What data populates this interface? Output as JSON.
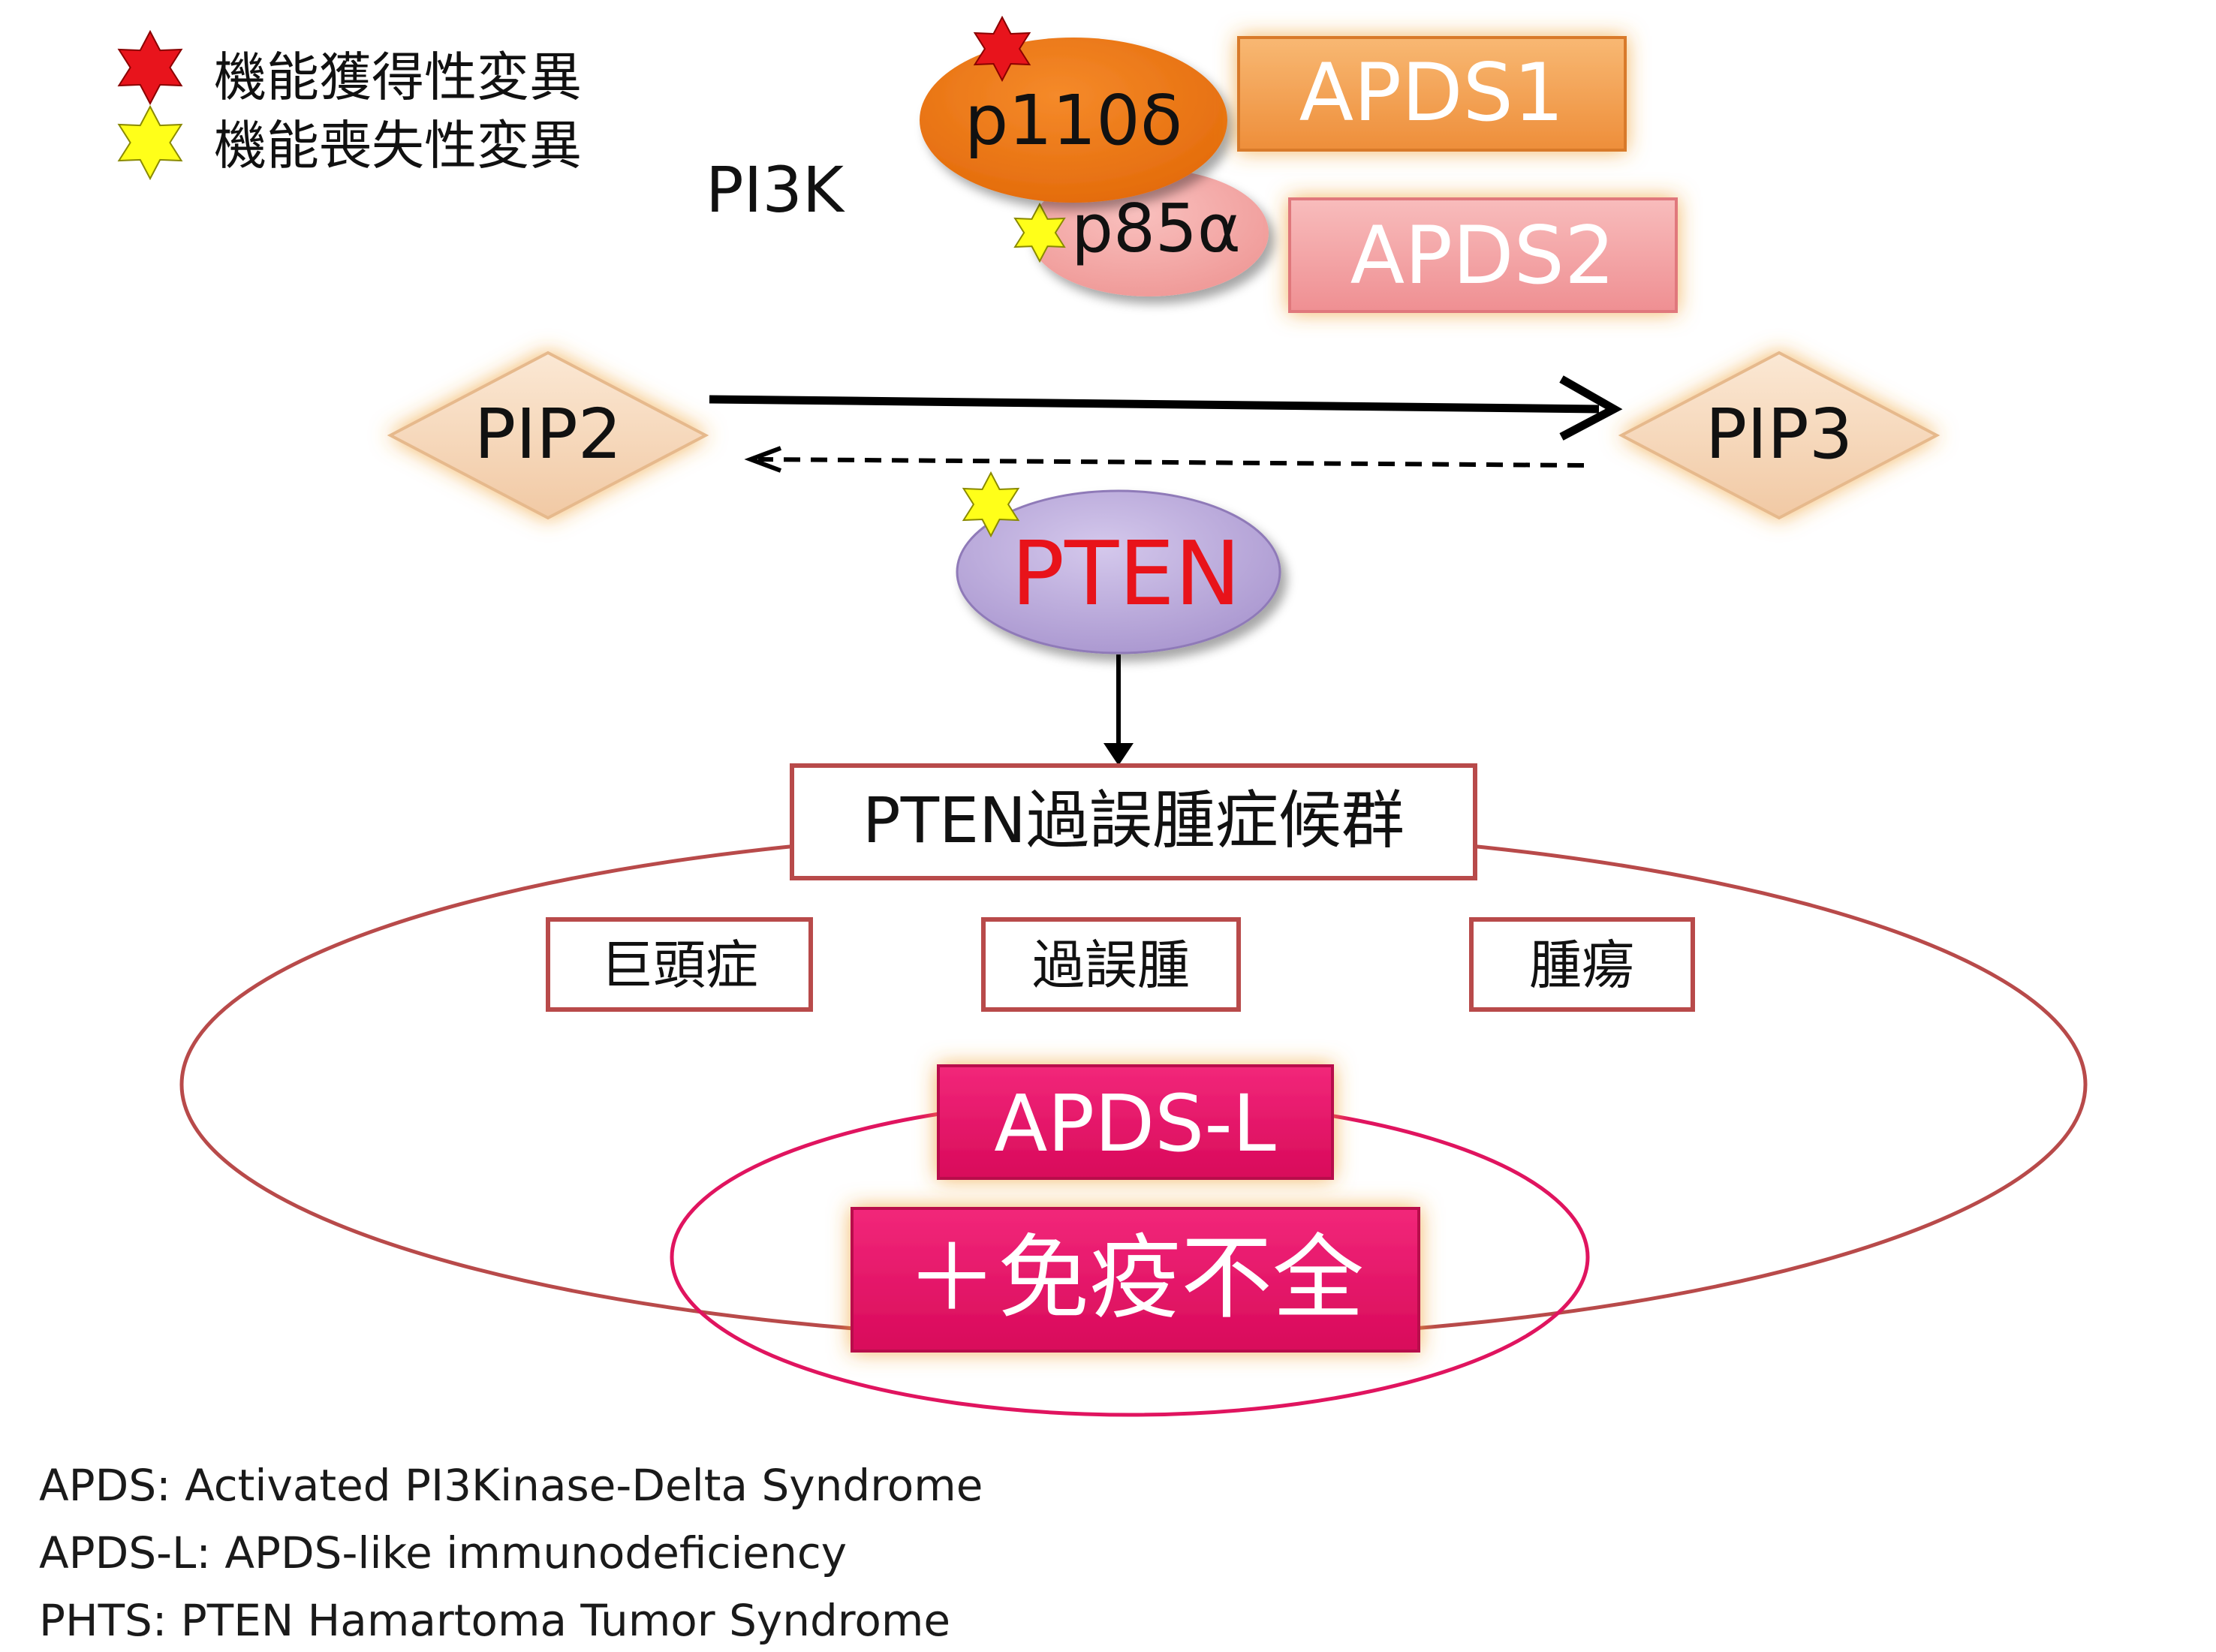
{
  "legend": {
    "gain_of_function": "機能獲得性変異",
    "loss_of_function": "機能喪失性変異",
    "gain_color": "#e8141c",
    "loss_color": "#ffff19"
  },
  "pi3k": {
    "label": "PI3K",
    "p110": "p110δ",
    "p85": "p85α",
    "p110_color": "#f07a14",
    "p85_color": "#f4a8a6"
  },
  "apds": {
    "apds1": "APDS1",
    "apds2": "APDS2",
    "apds1_color": "#f3a154",
    "apds2_color": "#f4a6a6"
  },
  "pathway": {
    "pip2": "PIP2",
    "pip3": "PIP3",
    "pten": "PTEN",
    "pten_color": "#b9a8d8",
    "pten_text_color": "#e8131a"
  },
  "phts": {
    "title": "PTEN過誤腫症候群",
    "features": [
      "巨頭症",
      "過誤腫",
      "腫瘍"
    ],
    "apds_l": "APDS-L",
    "immunodeficiency": "＋免疫不全",
    "box_color": "#b84a4a",
    "inner_color": "#e0145f"
  },
  "footnotes": [
    "APDS: Activated PI3Kinase-Delta Syndrome",
    "APDS-L: APDS-like immunodeficiency",
    "PHTS: PTEN Hamartoma Tumor Syndrome"
  ]
}
